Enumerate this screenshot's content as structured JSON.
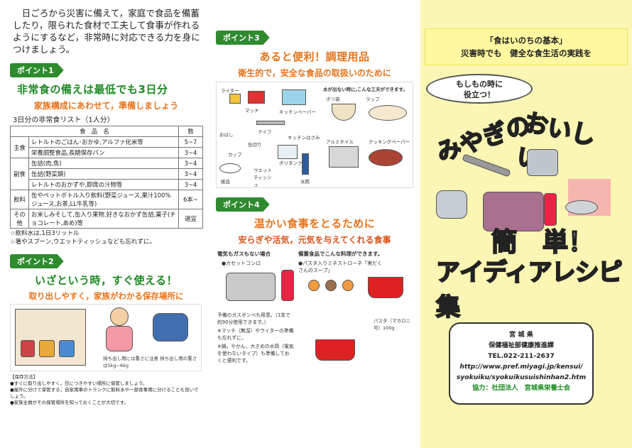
{
  "left": {
    "intro": "日ごろから災害に備えて，家庭で食品を備蓄したり，限られた食材で工夫して食事が作れるようにするなど，非常時に対応できる力を身につけましょう。",
    "point1": {
      "badge": "ポイント1",
      "title": "非常食の備えは最低でも3日分",
      "subtitle": "家族構成にあわせて，準備しましょう",
      "list_caption": "3日分の非常食リスト（1人分）",
      "table": {
        "headers": [
          "食　品　名",
          "数"
        ],
        "rows": [
          {
            "cat": "主食",
            "name": "レトルトのごはん･おかゆ,アルファ化米等",
            "num": "5~7"
          },
          {
            "cat": "",
            "name": "栄養調整食品,長期保存パン",
            "num": "3~4"
          },
          {
            "cat": "副食",
            "name": "缶詰(肉,魚)",
            "num": "3~4"
          },
          {
            "cat": "",
            "name": "缶詰(野菜類)",
            "num": "3~4"
          },
          {
            "cat": "",
            "name": "レトルトのおかずや,即席の汁物等",
            "num": "3~4"
          },
          {
            "cat": "飲料",
            "name": "缶やペットボトル入り飲料(野菜ジュース,果汁100%ジュース,お茶,LL牛乳等)",
            "num": "6本~"
          },
          {
            "cat": "その他",
            "name": "お米しみそして,缶入り果物,好きなおかず缶詰,菓子(チョコレート,あめ)等",
            "num": "適宜"
          }
        ]
      },
      "notes": [
        "☆飲料水は,1日3リットル",
        "☆箸やスプーン,ウエットティッシュなども忘れずに。"
      ]
    },
    "point2": {
      "badge": "ポイント2",
      "title": "いざという時，すぐ使える！",
      "subtitle": "取り出しやすく，家族がわかる保存場所に",
      "bag_label": "持ち出し用には重さに注意 持ち出し用の重さは5kg~6kg",
      "save_method_title": "【保存方法】",
      "save_notes": [
        "●すぐに取り出しやすく，日につきやすい場所に保管しましょう。",
        "●屋外に分けて保管する，自家用車のトランクに飲料水や一部食事用に分けることも良いでしょう。",
        "●家族全員がその保管場所を知っておくことが大切です。"
      ]
    }
  },
  "mid": {
    "point3": {
      "badge": "ポイント3",
      "title": "あると便利！調理用品",
      "subtitle": "衛生的で，安全な食品の取扱いのために",
      "no_water": "水が出ない時に,こんな工夫ができます。",
      "items": [
        "ライター",
        "マッチ",
        "キッチンペーパー",
        "ナイフ",
        "おはし",
        "キッチンはさみ",
        "缶切り",
        "カップ",
        "ポリタンク",
        "ウエットティッシュ",
        "紙皿",
        "水筒",
        "ポリ袋",
        "ラップ",
        "アルミホイル",
        "クッキングペーパー"
      ]
    },
    "point4": {
      "badge": "ポイント4",
      "title": "温かい食事をとるために",
      "subtitle": "安らぎや活気，元気を与えてくれる食事",
      "no_power": "電気もガスもない場合",
      "cassette": "●カセットコンロ",
      "stock_title": "備蓄食品でこんな料理ができます。",
      "recipe": "●パスタ入りミネストローネ「実だくさんのスープ」",
      "gas_note": "予備のガスボンベも用意。（1本で約90分使用できます。）",
      "match_note": "※マッチ（無湿）やライターの準備も忘れずに。",
      "pot_note": "※鍋，やかん，大きめの水筒（電気を使わないタイプ）も準備しておくと便利です。",
      "pasta": "パスタ（マカロニ可）100g"
    }
  },
  "right": {
    "banner1": "「食はいのちの基本」",
    "banner2": "災害時でも　健全な食生活の実践を",
    "bubble": "もしもの時に\n役立つ！",
    "title_a": "みやぎの",
    "title_b": "おいしい！",
    "title_c": "簡　単！",
    "title_d": "アイディアレシピ集",
    "contact": {
      "org": "宮 城 県",
      "dept": "保健福祉部健康推進課",
      "tel": "TEL.022-211-2637",
      "url1": "http://www.pref.miyagi.jp/kensui/",
      "url2": "syokuiku/syokuikusuishinhan2.htm",
      "coop": "協力：社団法人　宮城県栄養士会"
    }
  },
  "colors": {
    "green": "#1d8a23",
    "orange": "#e8731a",
    "yellow": "#fbf6b4"
  }
}
